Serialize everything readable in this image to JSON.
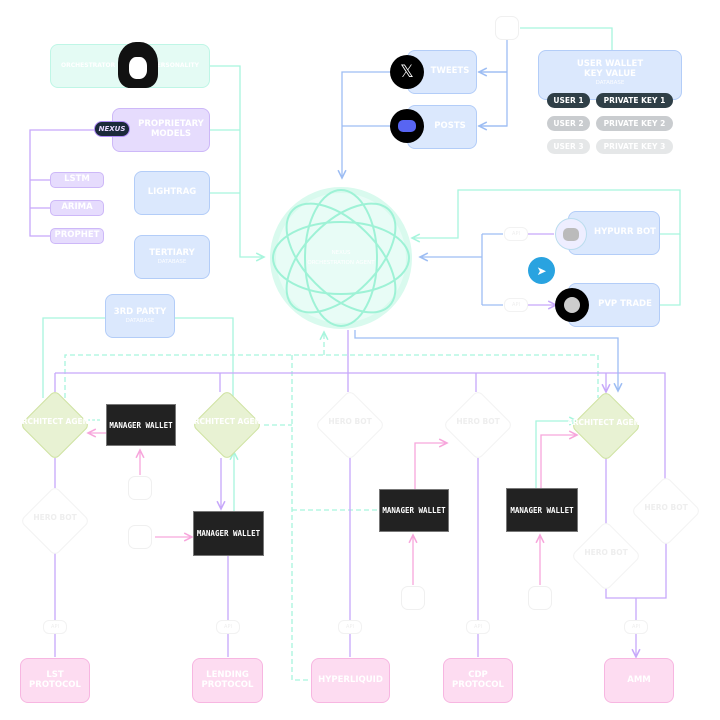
{
  "colors": {
    "mint": "#a8f5dd",
    "purple": "#c7a8fa",
    "blue": "#9dbdf3",
    "pink": "#f7a6dc",
    "dark": "#222222"
  },
  "top_left": {
    "left_label": "ORCHESTRATOR",
    "right_label": "PERSONALITY",
    "icon": "anime-avatar-icon"
  },
  "models": {
    "title": "PROPRIETARY MODELS",
    "logo": "NEXUS",
    "items": [
      "LSTM",
      "ARIMA",
      "PROPHET"
    ]
  },
  "lightrag": "LIGHTRAG",
  "tertiary": {
    "title": "TERTIARY",
    "sub": "DATABASE"
  },
  "third_party": {
    "title": "3RD PARTY",
    "sub": "DATABASE"
  },
  "center": {
    "small": "NEXUS",
    "label": "ORCHESTRATION AGENT"
  },
  "social": {
    "tweets": "TWEETS",
    "posts": "POSTS"
  },
  "wallet_db": {
    "title": "USER WALLET KEY VALUE",
    "sub": "DATABASE",
    "rows": [
      {
        "user": "USER 1",
        "key": "PRIVATE KEY 1"
      },
      {
        "user": "USER 2",
        "key": "PRIVATE KEY 2"
      },
      {
        "user": "USER 3",
        "key": "PRIVATE KEY 3"
      }
    ]
  },
  "bots": {
    "hypurr": "HYPURR BOT",
    "pvp": "PVP TRADE",
    "api": "API"
  },
  "architect": "ARCHITECT AGENT",
  "hero": "HERO BOT",
  "manager": "MANAGER WALLET",
  "protocols": [
    "LST PROTOCOL",
    "LENDING PROTOCOL",
    "HYPERLIQUID",
    "CDP PROTOCOL",
    "AMM"
  ]
}
